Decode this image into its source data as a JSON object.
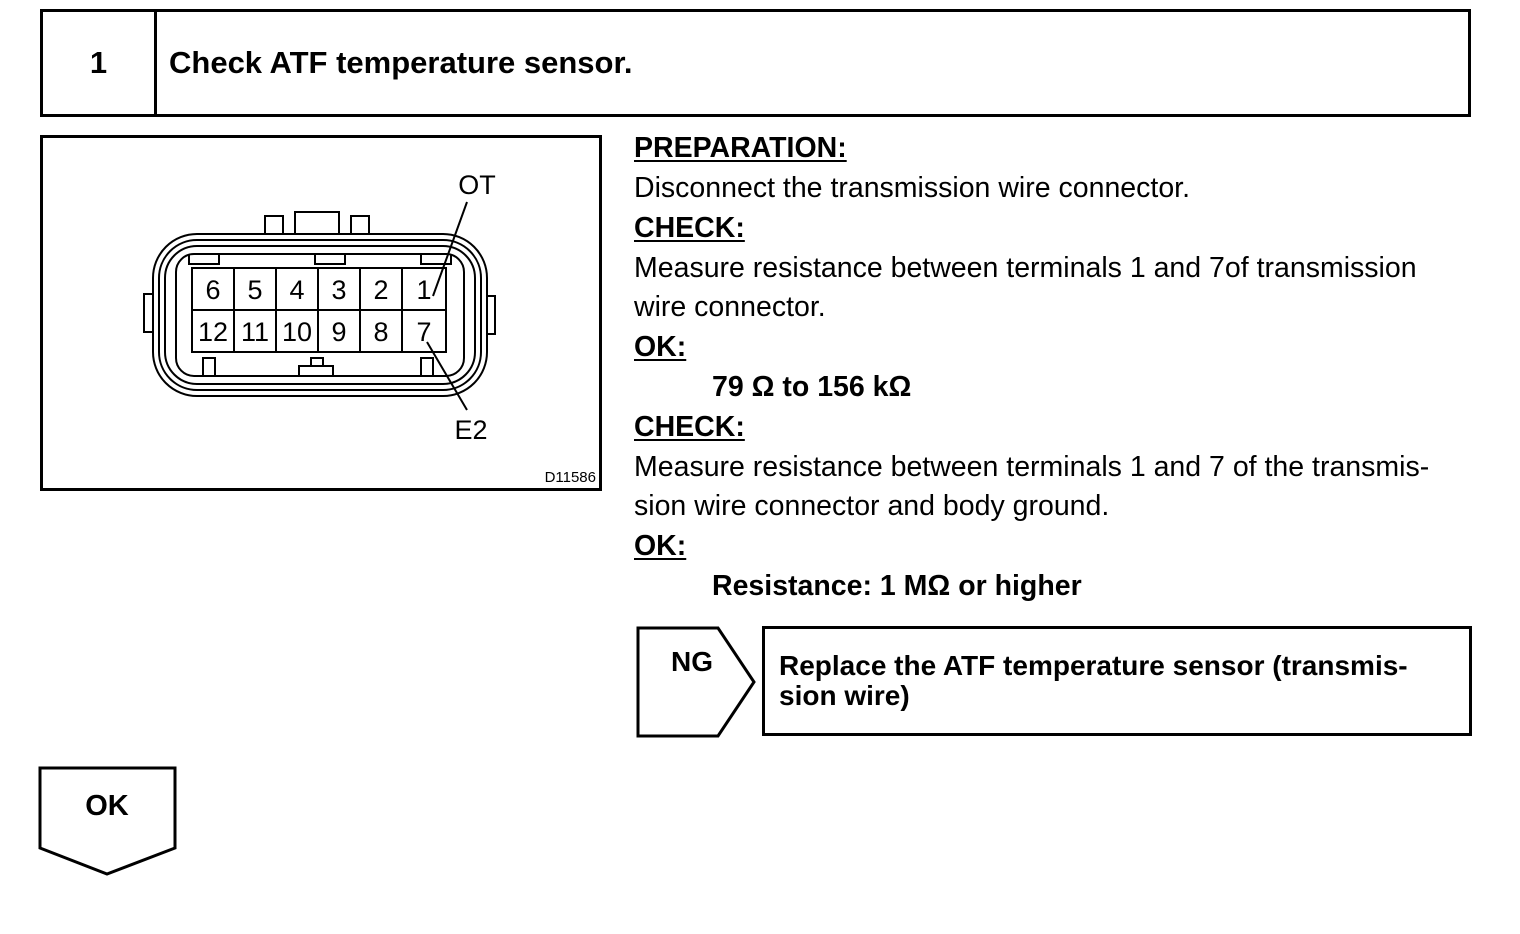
{
  "header": {
    "step_number": "1",
    "title": "Check ATF temperature sensor."
  },
  "figure": {
    "label_ot": "OT",
    "label_e2": "E2",
    "figure_id": "D11586",
    "terminals_top": [
      "6",
      "5",
      "4",
      "3",
      "2",
      "1"
    ],
    "terminals_bottom": [
      "12",
      "11",
      "10",
      "9",
      "8",
      "7"
    ]
  },
  "instructions": {
    "preparation_heading": "PREPARATION:",
    "preparation_text": "Disconnect the transmission wire connector.",
    "check1_heading": "CHECK:",
    "check1_line1": "Measure resistance between terminals 1 and 7of transmission",
    "check1_line2": "wire connector.",
    "ok1_heading": "OK:",
    "ok1_spec": "79 Ω to 156 kΩ",
    "check2_heading": "CHECK:",
    "check2_line1": "Measure resistance between terminals 1 and 7 of the transmis-",
    "check2_line2": "sion wire connector and body ground.",
    "ok2_heading": "OK:",
    "ok2_spec": "Resistance: 1 MΩ or higher"
  },
  "ng_result": {
    "label": "NG",
    "action": "Replace the ATF temperature sensor (transmis- sion wire)"
  },
  "ok_result": {
    "label": "OK"
  }
}
